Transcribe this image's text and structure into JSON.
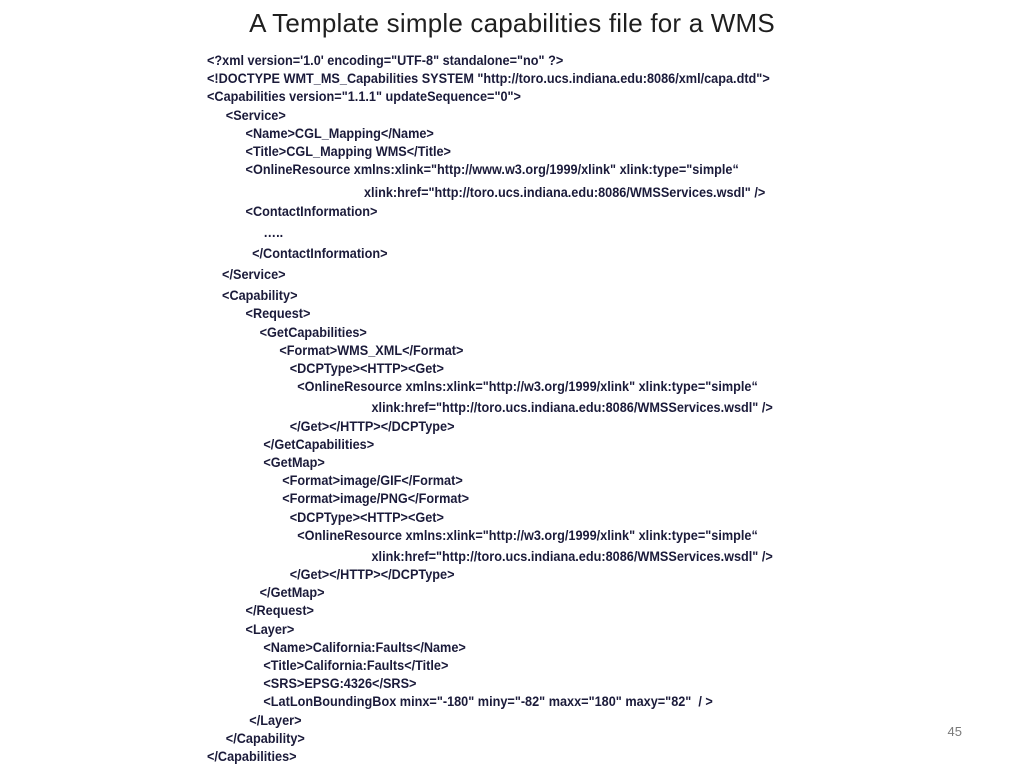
{
  "slide": {
    "title": "A Template simple capabilities file for a WMS",
    "page_number": "45",
    "code_lines": [
      "<?xml version='1.0' encoding=\"UTF-8\" standalone=\"no\" ?>",
      "<!DOCTYPE WMT_MS_Capabilities SYSTEM \"http://toro.ucs.indiana.edu:8086/xml/capa.dtd\">",
      "<Capabilities version=\"1.1.1\" updateSequence=\"0\">",
      "<Service>",
      "<Name>CGL_Mapping</Name>",
      "<Title>CGL_Mapping WMS</Title>",
      "<OnlineResource xmlns:xlink=\"http://www.w3.org/1999/xlink\" xlink:type=\"simple“",
      "xlink:href=\"http://toro.ucs.indiana.edu:8086/WMSServices.wsdl\" />",
      "<ContactInformation>",
      "…..",
      "</ContactInformation>",
      "</Service>",
      "<Capability>",
      "<Request>",
      "<GetCapabilities>",
      "<Format>WMS_XML</Format>",
      "<DCPType><HTTP><Get>",
      "<OnlineResource xmlns:xlink=\"http://w3.org/1999/xlink\" xlink:type=\"simple“",
      "xlink:href=\"http://toro.ucs.indiana.edu:8086/WMSServices.wsdl\" />",
      "</Get></HTTP></DCPType>",
      "</GetCapabilities>",
      "<GetMap>",
      "<Format>image/GIF</Format>",
      "<Format>image/PNG</Format>",
      "<DCPType><HTTP><Get>",
      "<OnlineResource xmlns:xlink=\"http://w3.org/1999/xlink\" xlink:type=\"simple“",
      "xlink:href=\"http://toro.ucs.indiana.edu:8086/WMSServices.wsdl\" />",
      "</Get></HTTP></DCPType>",
      "</GetMap>",
      "</Request>",
      "<Layer>",
      "<Name>California:Faults</Name>",
      "<Title>California:Faults</Title>",
      "<SRS>EPSG:4326</SRS>",
      "<LatLonBoundingBox minx=\"-180\" miny=\"-82\" maxx=\"180\" maxy=\"82\"  / >",
      "</Layer>",
      "</Capability>",
      "</Capabilities>"
    ]
  }
}
